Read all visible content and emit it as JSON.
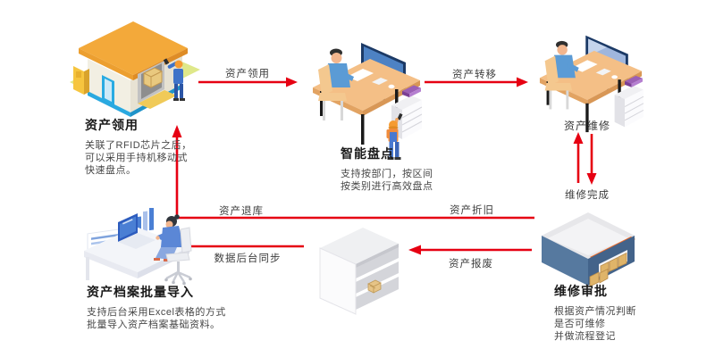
{
  "diagram": {
    "background": "#ffffff",
    "colors": {
      "arrow": "#e60012",
      "node_title": "#1a1a1a",
      "node_desc": "#474747",
      "edge_label": "#3d3d3d"
    },
    "nodes": {
      "asset_requisition": {
        "title": "资产领用",
        "illustration": "warehouse-icon",
        "desc": [
          "关联了RFID芯片之后，",
          "可以采用手持机移动式",
          "快速盘点。"
        ]
      },
      "smart_inventory": {
        "title": "智能盘点",
        "illustration": "office-desk-computer-icon",
        "desc": [
          "支持按部门，按区间",
          "按类别进行高效盘点"
        ]
      },
      "asset_repair": {
        "title": "资产维修",
        "illustration": "office-desk-computer-icon"
      },
      "repair_approval": {
        "title": "维修审批",
        "illustration": "storage-crate-icon",
        "desc": [
          "根据资产情况判断",
          "是否可维修",
          "并做流程登记"
        ]
      },
      "scrap_shelf": {
        "illustration": "shelf-rack-icon"
      },
      "archive_import": {
        "title": "资产档案批量导入",
        "illustration": "laptop-workstation-icon",
        "desc": [
          "支持后台采用Excel表格的方式",
          "批量导入资产档案基础资料。"
        ]
      }
    },
    "edges": {
      "requisition": "资产领用",
      "transfer": "资产转移",
      "repair_done": "维修完成",
      "return_store": "资产退库",
      "depreciation": "资产折旧",
      "scrap": "资产报废",
      "data_sync": "数据后台同步"
    }
  }
}
